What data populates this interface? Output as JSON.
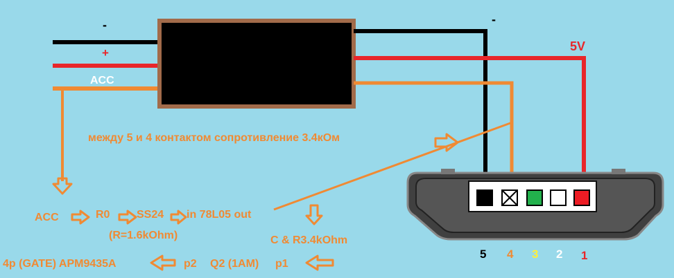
{
  "wire_labels": {
    "minus_left": "-",
    "plus_left": "+",
    "acc_left": "ACC",
    "minus_right": "-",
    "plus_right": "5V"
  },
  "note": "между 5 и 4 контактом сопротивление 3.4кОм",
  "chain1": {
    "acc": "ACC",
    "r0": "R0",
    "ss24": "SS24",
    "out": "in 78L05 out",
    "r_value": "(R=1.6kOhm)"
  },
  "cap_label": "C & R3.4kOhm",
  "chain2": {
    "gate": "4p (GATE) APM9435A",
    "p2": "p2",
    "q2": "Q2 (1AM)",
    "p1": "p1"
  },
  "pins": [
    "5",
    "4",
    "3",
    "2",
    "1"
  ],
  "colors": {
    "background": "#99d9ea",
    "orange": "#f08a33",
    "red": "#e8262a",
    "black": "#000000",
    "white": "#ffffff",
    "module_fill": "#000000",
    "module_border": "#a26b4a",
    "pin_green": "#22b14c",
    "pin_red": "#ed1c24",
    "pin3_label": "#ffef3a"
  },
  "connector_pin_fills": [
    "black",
    "crossed",
    "green",
    "white",
    "red"
  ]
}
